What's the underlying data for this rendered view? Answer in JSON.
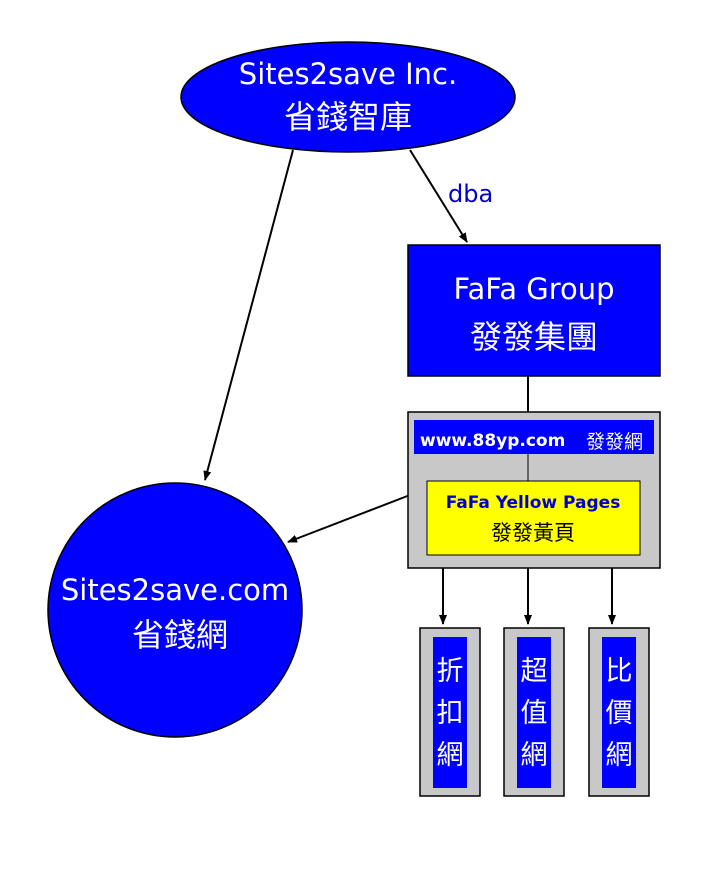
{
  "colors": {
    "node_fill": "#0000ff",
    "node_text": "#ffffff",
    "panel_fill": "#c8c8c8",
    "highlight_fill": "#ffff00",
    "highlight_text": "#0000cc",
    "edge": "#000000",
    "edge_label": "#0000cc"
  },
  "top_company": {
    "name": "Sites2save Inc.",
    "name_zh": "省錢智庫"
  },
  "edge_dba": {
    "label": "dba"
  },
  "group": {
    "name": "FaFa Group",
    "name_zh": "發發集團"
  },
  "panel": {
    "site_url": "www.88yp.com",
    "site_zh": "發發網",
    "yellow_pages": "FaFa Yellow Pages",
    "yellow_pages_zh": "發發黃頁"
  },
  "sites2save": {
    "name": "Sites2save.com",
    "name_zh": "省錢網"
  },
  "sub_sites": [
    {
      "chars": [
        "折",
        "扣",
        "網"
      ]
    },
    {
      "chars": [
        "超",
        "值",
        "網"
      ]
    },
    {
      "chars": [
        "比",
        "價",
        "網"
      ]
    }
  ]
}
